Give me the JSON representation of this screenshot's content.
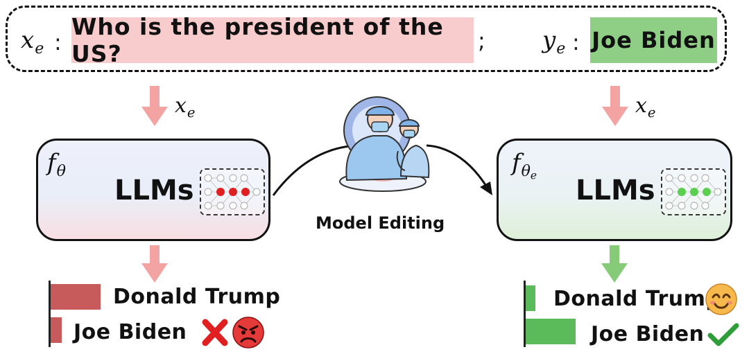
{
  "query": {
    "x_symbol": "x",
    "x_sub": "e",
    "colon": ":",
    "question": "Who is the president of the US?",
    "separator": ";",
    "y_symbol": "y",
    "y_sub": "e",
    "answer": "Joe Biden",
    "question_color": "#f8cccc",
    "answer_color": "#8fcf85"
  },
  "arrows": {
    "left_input_symbol": "x",
    "left_input_sub": "e",
    "right_input_symbol": "x",
    "right_input_sub": "e",
    "left_color": "#f4a3a3",
    "right_color": "#86cc78"
  },
  "models": {
    "original": {
      "func_symbol": "f",
      "func_sub": "θ",
      "label": "LLMs",
      "neuron_color": "#e02020"
    },
    "edited": {
      "func_symbol": "f",
      "func_sub": "θ",
      "func_subsub": "e",
      "label": "LLMs",
      "neuron_color": "#5bcf4f"
    }
  },
  "editing": {
    "caption": "Model Editing",
    "icon": "surgeons-icon"
  },
  "chart_data": [
    {
      "type": "bar",
      "orientation": "horizontal",
      "categories": [
        "Donald Trump",
        "Joe Biden"
      ],
      "values": [
        1.0,
        0.22
      ],
      "color": "#c75a5a",
      "status_icons": [
        "cross-mark-icon",
        "angry-face-icon"
      ]
    },
    {
      "type": "bar",
      "orientation": "horizontal",
      "categories": [
        "Donald Trump",
        "Joe Biden"
      ],
      "values": [
        0.2,
        1.0
      ],
      "color": "#5bbb5a",
      "status_icons": [
        "smiling-face-icon",
        "check-mark-icon"
      ]
    }
  ]
}
